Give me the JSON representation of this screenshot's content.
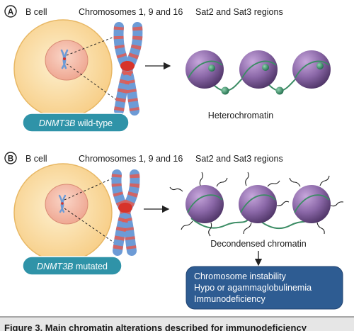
{
  "panel_a": {
    "letter": "A",
    "cell_label": "B cell",
    "chromosome_label": "Chromosomes 1, 9 and 16",
    "region_label": "Sat2 and Sat3 regions",
    "gene_name": "DNMT3B",
    "gene_status": " wild-type",
    "chromatin_label": "Heterochromatin"
  },
  "panel_b": {
    "letter": "B",
    "cell_label": "B cell",
    "chromosome_label": "Chromosomes 1, 9 and 16",
    "region_label": "Sat2 and Sat3 regions",
    "gene_name": "DNMT3B",
    "gene_status": " mutated",
    "chromatin_label": "Decondensed chromatin",
    "outcomes": [
      "Chromosome instability",
      "Hypo or agammaglobulinemia",
      "Immunodeficiency"
    ]
  },
  "caption": "Figure 3. Main chromatin alterations described for immunodeficiency",
  "colors": {
    "cell_fill": "#fbe0a6",
    "cell_stroke": "#e8b865",
    "nucleus_fill": "#f4b7a3",
    "chromosome_blue": "#6d9bd6",
    "chromosome_red": "#d7332a",
    "nucleosome": "#7b5a97",
    "dna": "#3b8c64",
    "label_box": "#2f93a8",
    "outcome_box": "#2e5c92",
    "caption_bar": "#e6e6e6"
  }
}
